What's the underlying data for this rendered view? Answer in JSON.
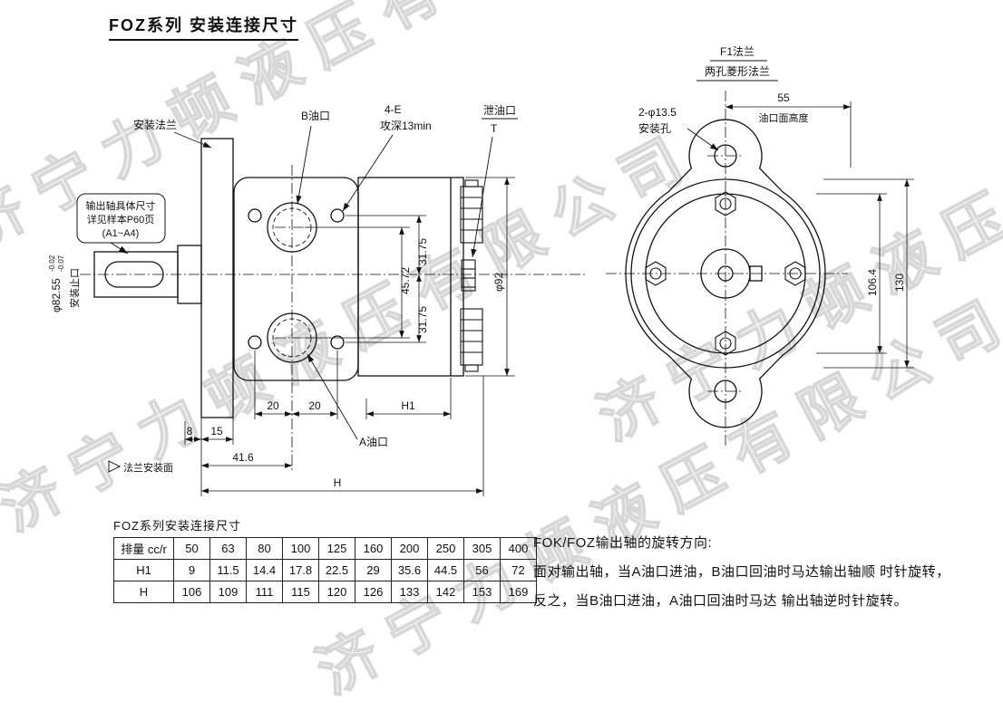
{
  "page": {
    "title": "FOZ系列 安装连接尺寸"
  },
  "watermark": {
    "text": "济宁力顿液压有限公司"
  },
  "side_view": {
    "label_mounting_flange": "安装法兰",
    "label_port_b": "B油口",
    "label_tap": "4-E",
    "label_tap_depth": "攻深13min",
    "label_drain_port": "泄油口",
    "label_drain_t": "T",
    "note_line1": "输出轴具体尺寸",
    "note_line2": "详见样本P60页",
    "note_line3": "(A1~A4)",
    "label_spigot_dia": "φ82.55",
    "tol_upper": "-0.02",
    "tol_lower": "-0.07",
    "label_spigot": "安装止口",
    "label_flange_face": "法兰安装面",
    "label_port_a": "A油口",
    "dim_45_72": "45.72",
    "dim_31_75_upper": "31.75",
    "dim_31_75_lower": "31.75",
    "dim_phi92": "φ92",
    "dim_20_left": "20",
    "dim_20_right": "20",
    "dim_h1": "H1",
    "dim_8": "8",
    "dim_15": "15",
    "dim_41_6": "41.6",
    "dim_h": "H"
  },
  "front_view": {
    "label_f1_flange": "F1法兰",
    "label_f1_flange_sub": "两孔菱形法兰",
    "dim_55": "55",
    "label_port_face_height": "油口面高度",
    "label_mount_holes": "2-φ13.5",
    "label_mount_holes_sub": "安装孔",
    "dim_106_4": "106.4",
    "dim_130": "130"
  },
  "table": {
    "title": "FOZ系列安装连接尺寸",
    "header": [
      "排量 cc/r",
      "50",
      "63",
      "80",
      "100",
      "125",
      "160",
      "200",
      "250",
      "305",
      "400"
    ],
    "rows": [
      [
        "H1",
        "9",
        "11.5",
        "14.4",
        "17.8",
        "22.5",
        "29",
        "35.6",
        "44.5",
        "56",
        "72"
      ],
      [
        "H",
        "106",
        "109",
        "111",
        "115",
        "120",
        "126",
        "133",
        "142",
        "153",
        "169"
      ]
    ]
  },
  "notes": {
    "title": "FOK/FOZ输出轴的旋转方向:",
    "line1": "面对输出轴，当A油口进油，B油口回油时马达输出轴顺 时针旋转，",
    "line2": "反之，当B油口进油，A油口回油时马达 输出轴逆时针旋转。"
  }
}
